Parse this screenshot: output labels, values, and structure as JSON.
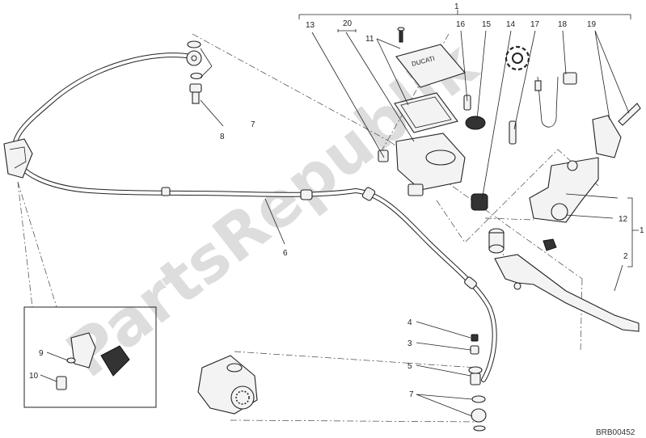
{
  "callouts": {
    "c1_top": "1",
    "c1_right": "1",
    "c2": "2",
    "c3": "3",
    "c4": "4",
    "c5": "5",
    "c6": "6",
    "c7_top": "7",
    "c7_bottom": "7",
    "c8": "8",
    "c9": "9",
    "c10": "10",
    "c11": "11",
    "c12": "12",
    "c13": "13",
    "c14": "14",
    "c15": "15",
    "c16": "16",
    "c17": "17",
    "c18": "18",
    "c19": "19",
    "c20": "20"
  },
  "reference_code": "BRB00452",
  "watermark": "PartsRepublik",
  "reservoir_brand": "DUCATI"
}
